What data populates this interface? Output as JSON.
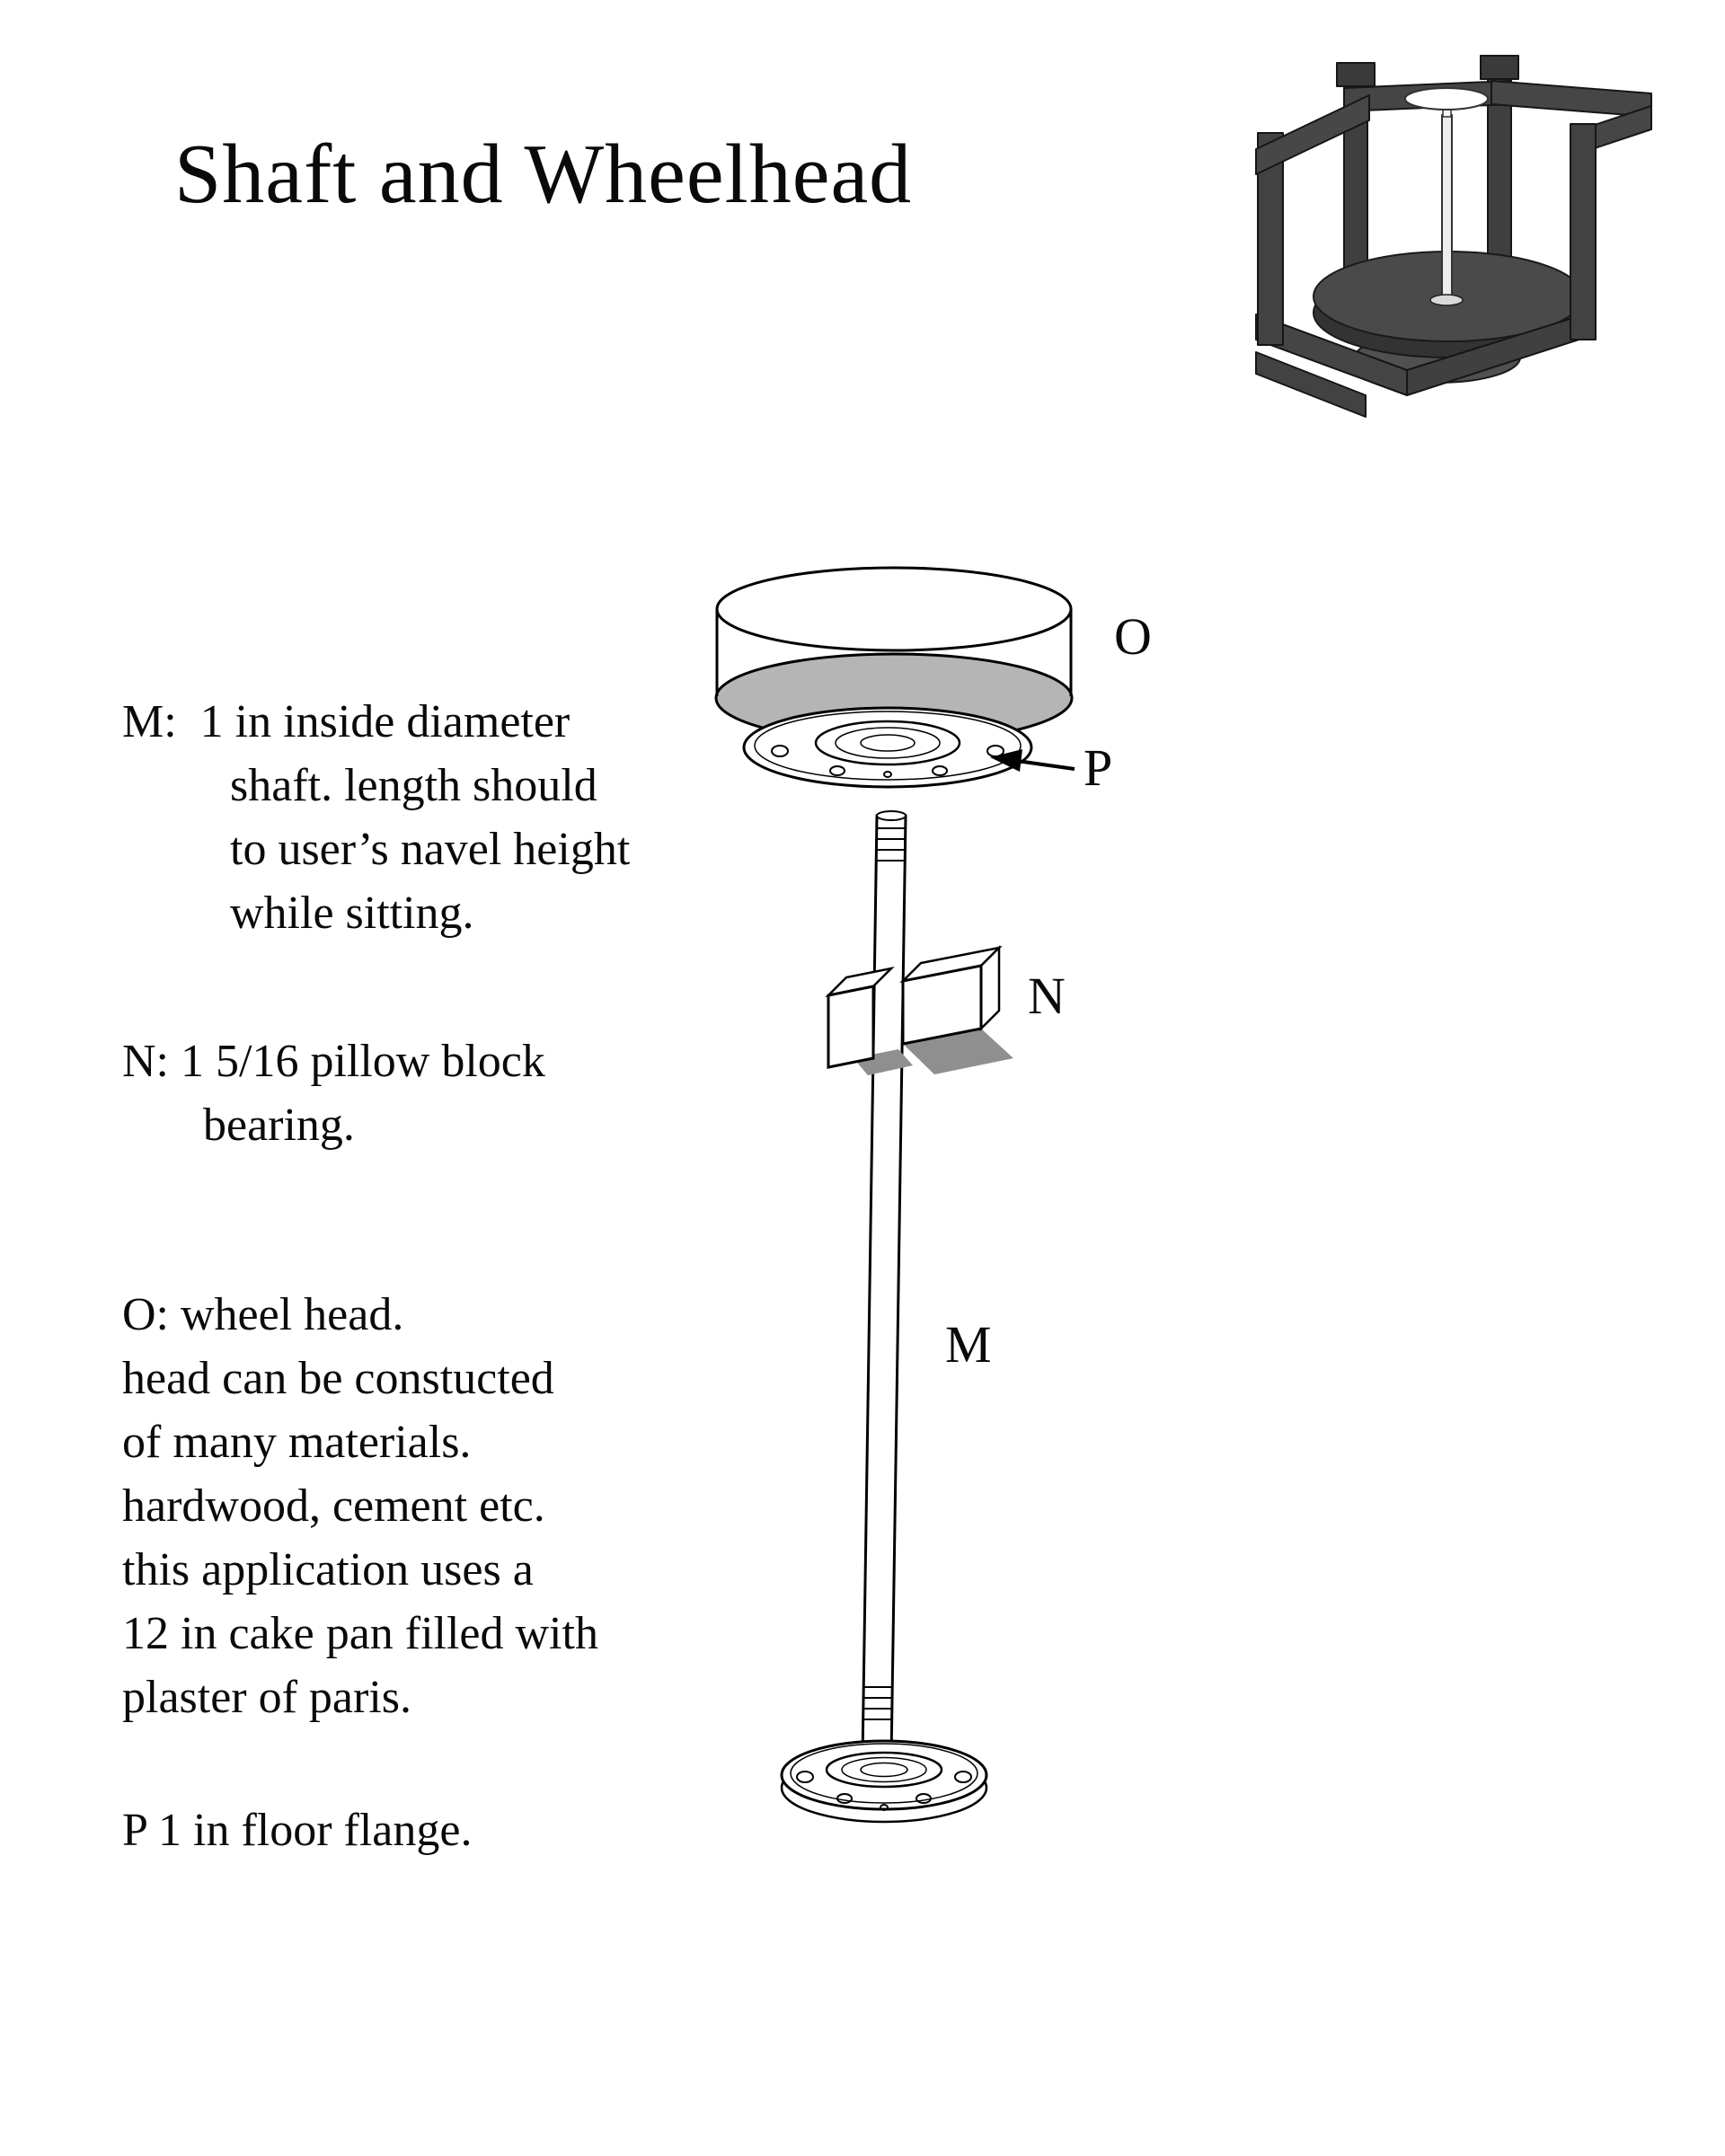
{
  "page": {
    "title": "Shaft and Wheelhead"
  },
  "notes": {
    "m": {
      "line1": "M:  1 in inside diameter",
      "line2": "shaft. length should",
      "line3": "to user’s navel height",
      "line4": "while sitting."
    },
    "n": {
      "line1": "N: 1 5/16 pillow block",
      "line2": "bearing."
    },
    "o": {
      "line1": "O: wheel head.",
      "line2": "head can be constucted",
      "line3": "of many materials.",
      "line4": "hardwood, cement etc.",
      "line5": "this application uses a",
      "line6": "12 in cake pan filled with",
      "line7": "plaster of paris."
    },
    "p": {
      "line1": "P 1 in floor flange."
    }
  },
  "diagram": {
    "label_o": "O",
    "label_p": "P",
    "label_n": "N",
    "label_m": "M",
    "colors": {
      "drum_underside": "#b5b5b5",
      "bearing_shadow": "#8f8f8f",
      "frame_gray": "#454545",
      "line": "#000000"
    }
  }
}
